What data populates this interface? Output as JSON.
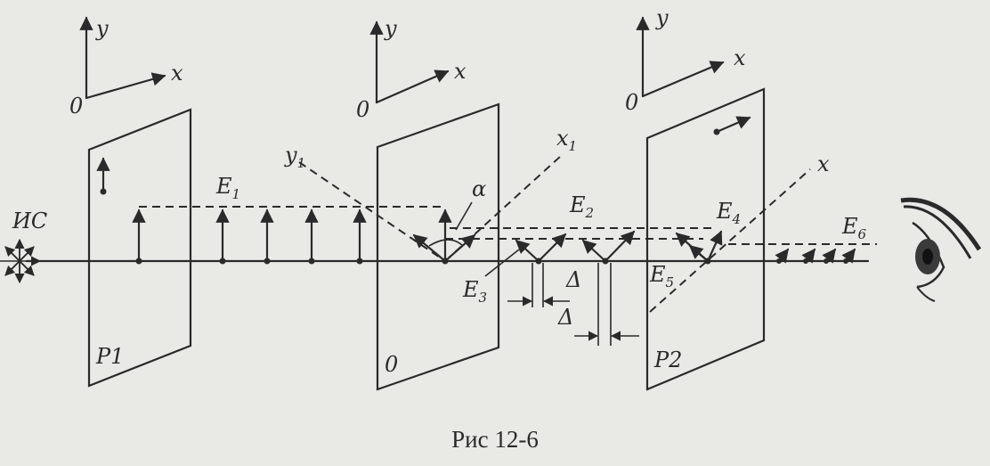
{
  "caption": "Рис 12-6",
  "labels": {
    "source": "ИС",
    "axis_y": "y",
    "axis_x": "x",
    "origin": "0",
    "y1": "y",
    "x1": "x",
    "alpha": "α",
    "delta": "Δ",
    "E_letter": "E",
    "sub_1": "1",
    "sub_2": "2",
    "sub_3": "3",
    "sub_4": "4",
    "sub_5": "5",
    "sub_6": "6"
  },
  "plates": {
    "p1": "P1",
    "o": "0",
    "p2": "P2"
  }
}
